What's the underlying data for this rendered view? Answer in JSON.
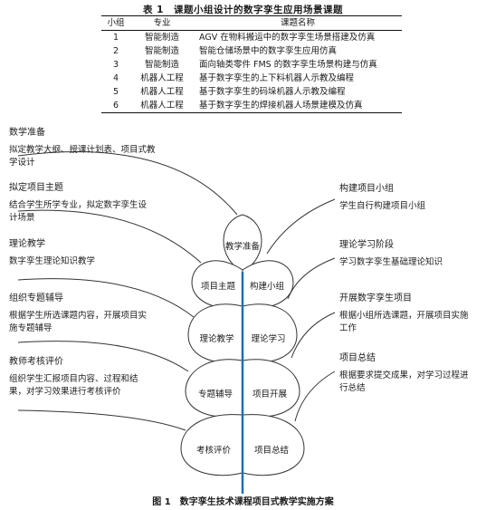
{
  "table": {
    "caption": "表 1　课题小组设计的数字孪生应用场景课题",
    "headers": [
      "小组",
      "专业",
      "课题名称"
    ],
    "rows": [
      [
        "1",
        "智能制造",
        "AGV 在物料搬运中的数字孪生场景搭建及仿真"
      ],
      [
        "2",
        "智能制造",
        "智能仓储场景中的数字孪生应用仿真"
      ],
      [
        "3",
        "智能制造",
        "面向轴类零件 FMS 的数字孪生场景构建与仿真"
      ],
      [
        "4",
        "机器人工程",
        "基于数字孪生的上下料机器人示教及编程"
      ],
      [
        "5",
        "机器人工程",
        "基于数字孪生的码垛机器人示教及编程"
      ],
      [
        "6",
        "机器人工程",
        "基于数字孪生的焊接机器人场景建模及仿真"
      ]
    ]
  },
  "left_notes": [
    {
      "head": "数学准备",
      "body": "拟定教学大纲、授课计划表、项目式教学设计"
    },
    {
      "head": "拟定项目主题",
      "body": "结合学生所学专业，拟定数字孪生设计场景"
    },
    {
      "head": "理论教学",
      "body": "数字孪生理论知识教学"
    },
    {
      "head": "组织专题辅导",
      "body": "根据学生所选课题内容，开展项目实施专题辅导"
    },
    {
      "head": "教师考核评价",
      "body": "组织学生汇报项目内容、过程和结果，对学习效果进行考核评价"
    }
  ],
  "right_notes": [
    {
      "head": "构建项目小组",
      "body": "学生自行构建项目小组"
    },
    {
      "head": "理论学习阶段",
      "body": "学习数字孪生基础理论知识"
    },
    {
      "head": "开展数字孪生项目",
      "body": "根据小组所选课题，开展项目实施工作"
    },
    {
      "head": "项目总结",
      "body": "根据要求提交成果，对学习过程进行总结"
    }
  ],
  "grains": {
    "top": "教学准备",
    "left": [
      "项目主题",
      "理论教学",
      "专题辅导",
      "考核评价"
    ],
    "right": [
      "构建小组",
      "理论学习",
      "项目开展",
      "项目总结"
    ]
  },
  "figure_caption": "图 1　数字孪生技术课程项目式教学实施方案",
  "colors": {
    "stem": "#1f6fb5",
    "outline": "#333333"
  }
}
